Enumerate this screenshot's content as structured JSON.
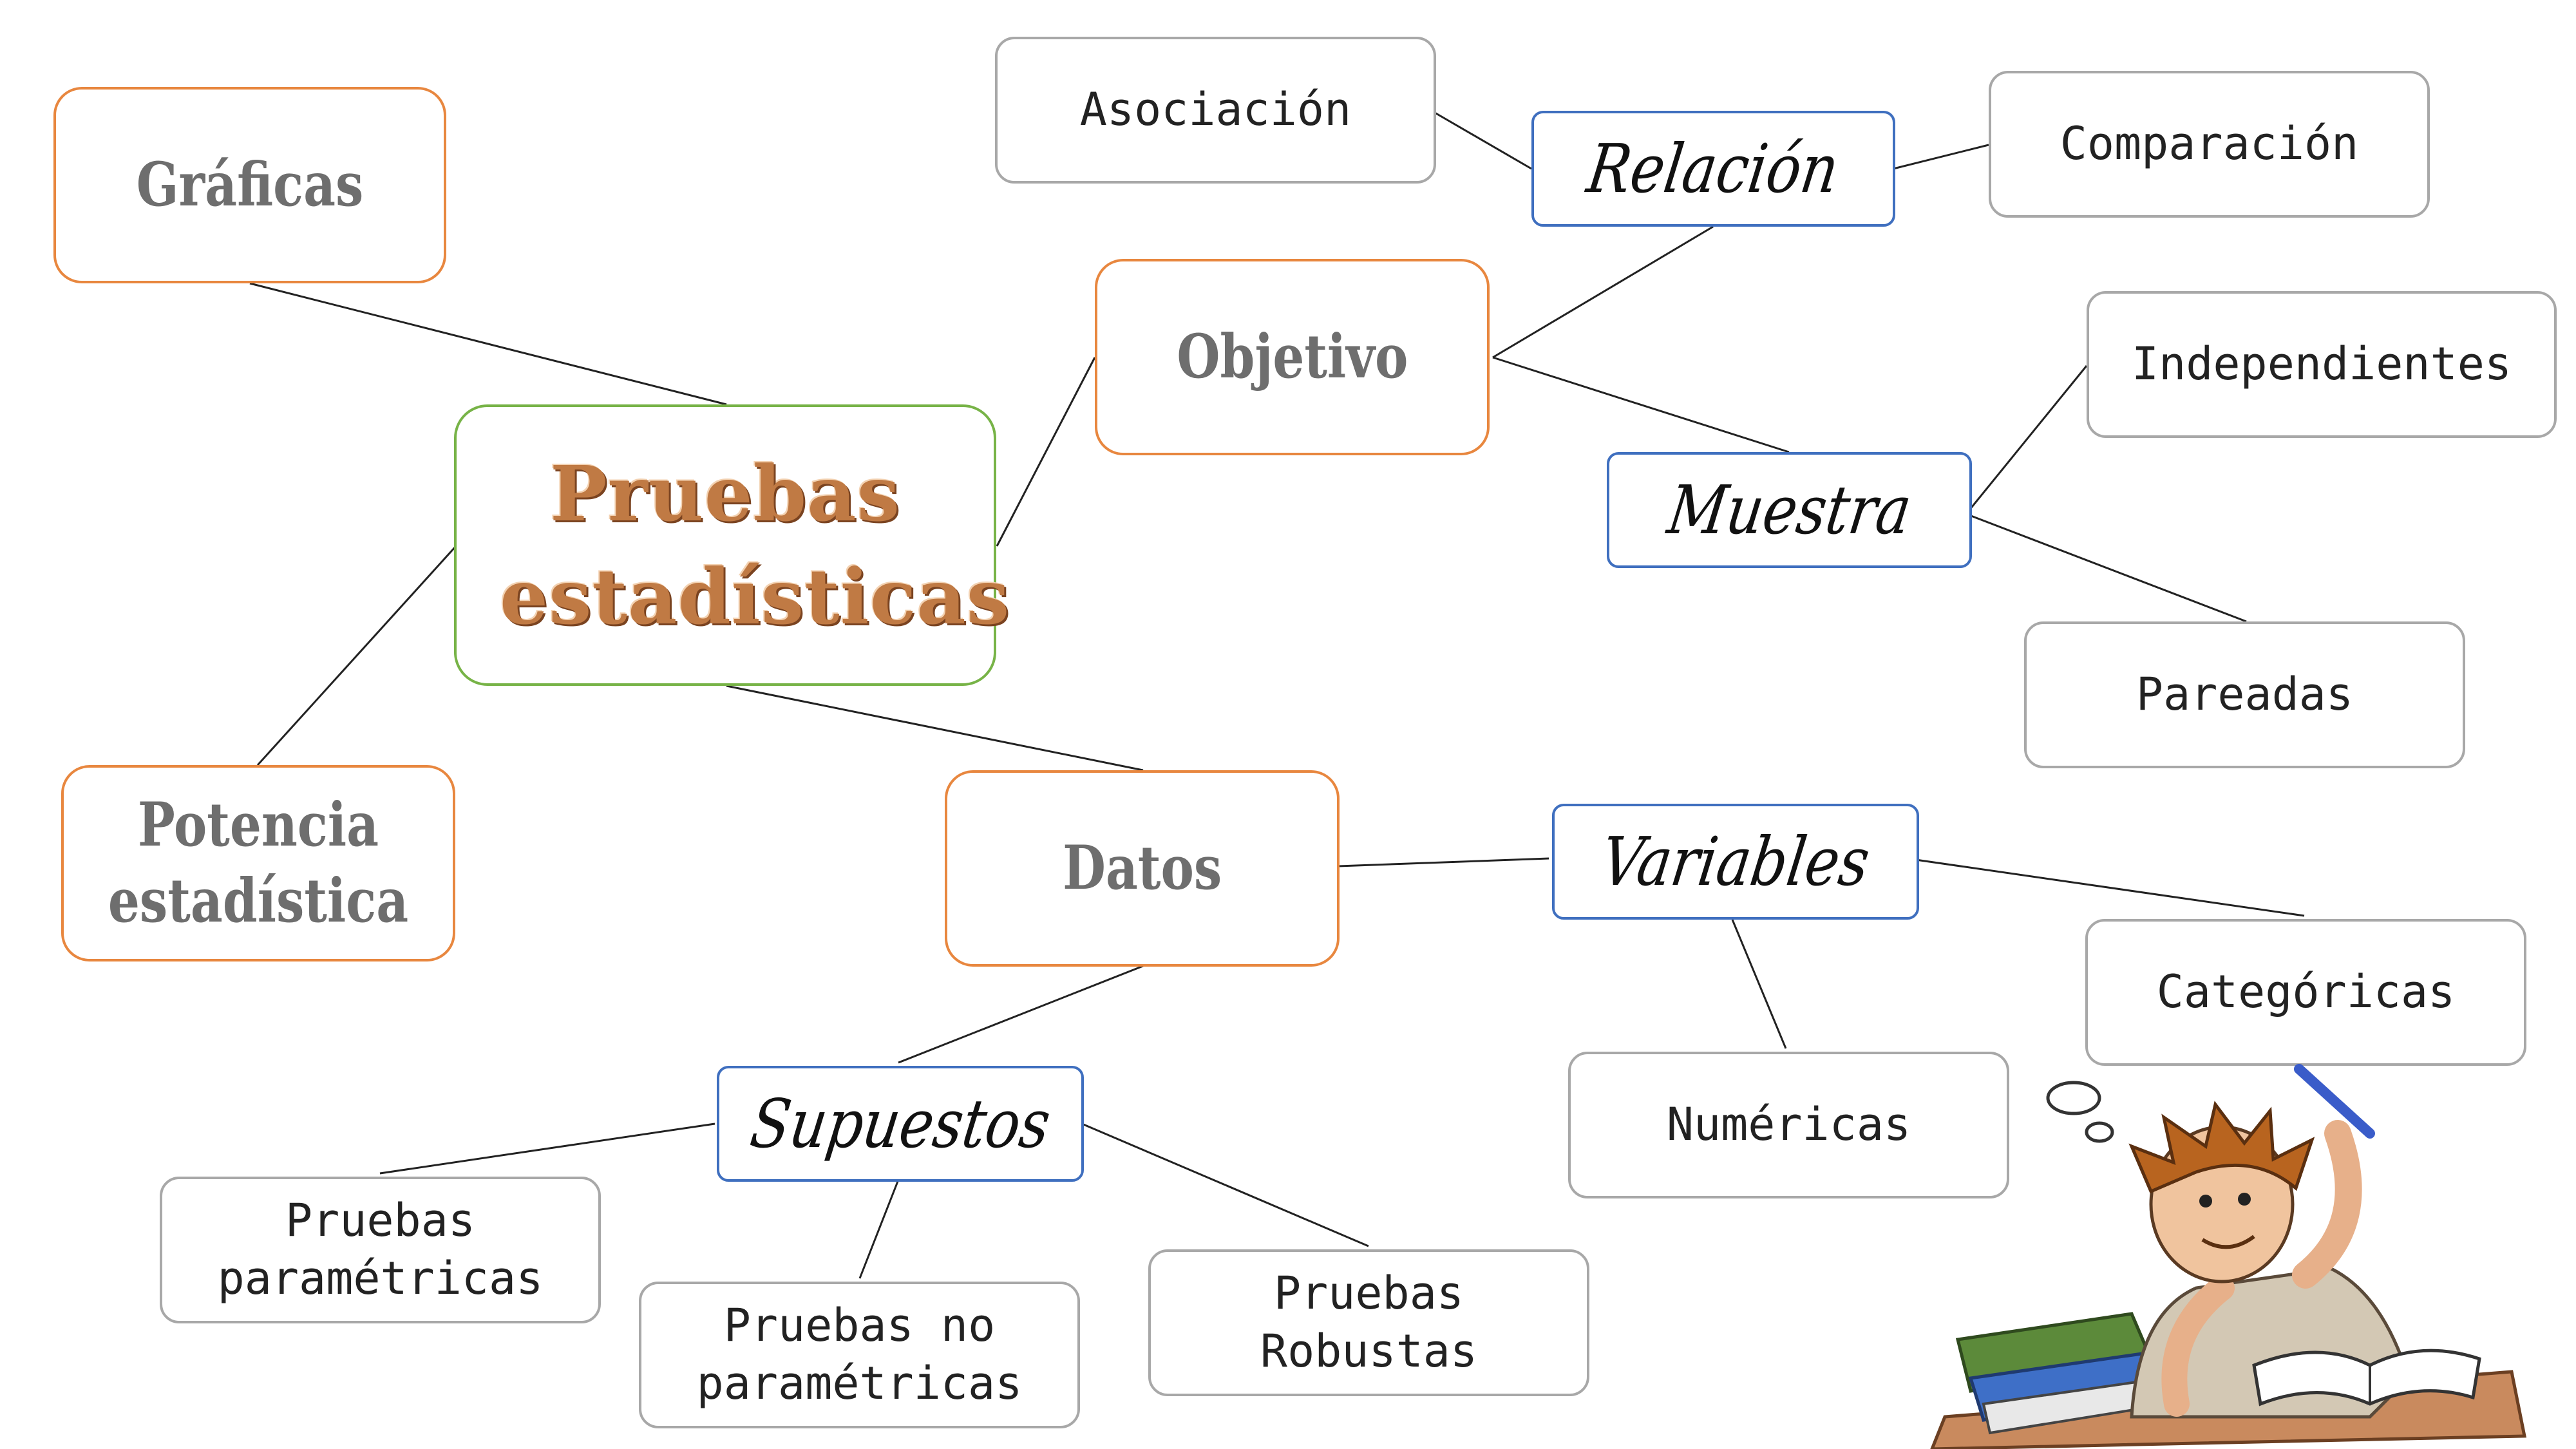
{
  "nodes": {
    "graficas": "Gráficas",
    "pruebas": "Pruebas estadísticas",
    "potencia": "Potencia estadística",
    "objetivo": "Objetivo",
    "datos": "Datos",
    "asociacion": "Asociación",
    "relacion": "Relación",
    "comparacion": "Comparación",
    "independientes": "Independientes",
    "muestra": "Muestra",
    "pareadas": "Pareadas",
    "variables": "Variables",
    "categoricas": "Categóricas",
    "numericas": "Numéricas",
    "supuestos": "Supuestos",
    "parametricas": "Pruebas paramétricas",
    "no_parametricas": "Pruebas no paramétricas",
    "robustas": "Pruebas Robustas"
  },
  "colors": {
    "orange_border": "#e8873f",
    "green_border": "#77b347",
    "blue_border": "#3f6fbf",
    "gray_border": "#a8a8a8",
    "main_text": "#c07a44",
    "orange_text": "#6e6e6e",
    "connector": "#222222"
  },
  "illustration": "student-thinking-over-books-icon"
}
